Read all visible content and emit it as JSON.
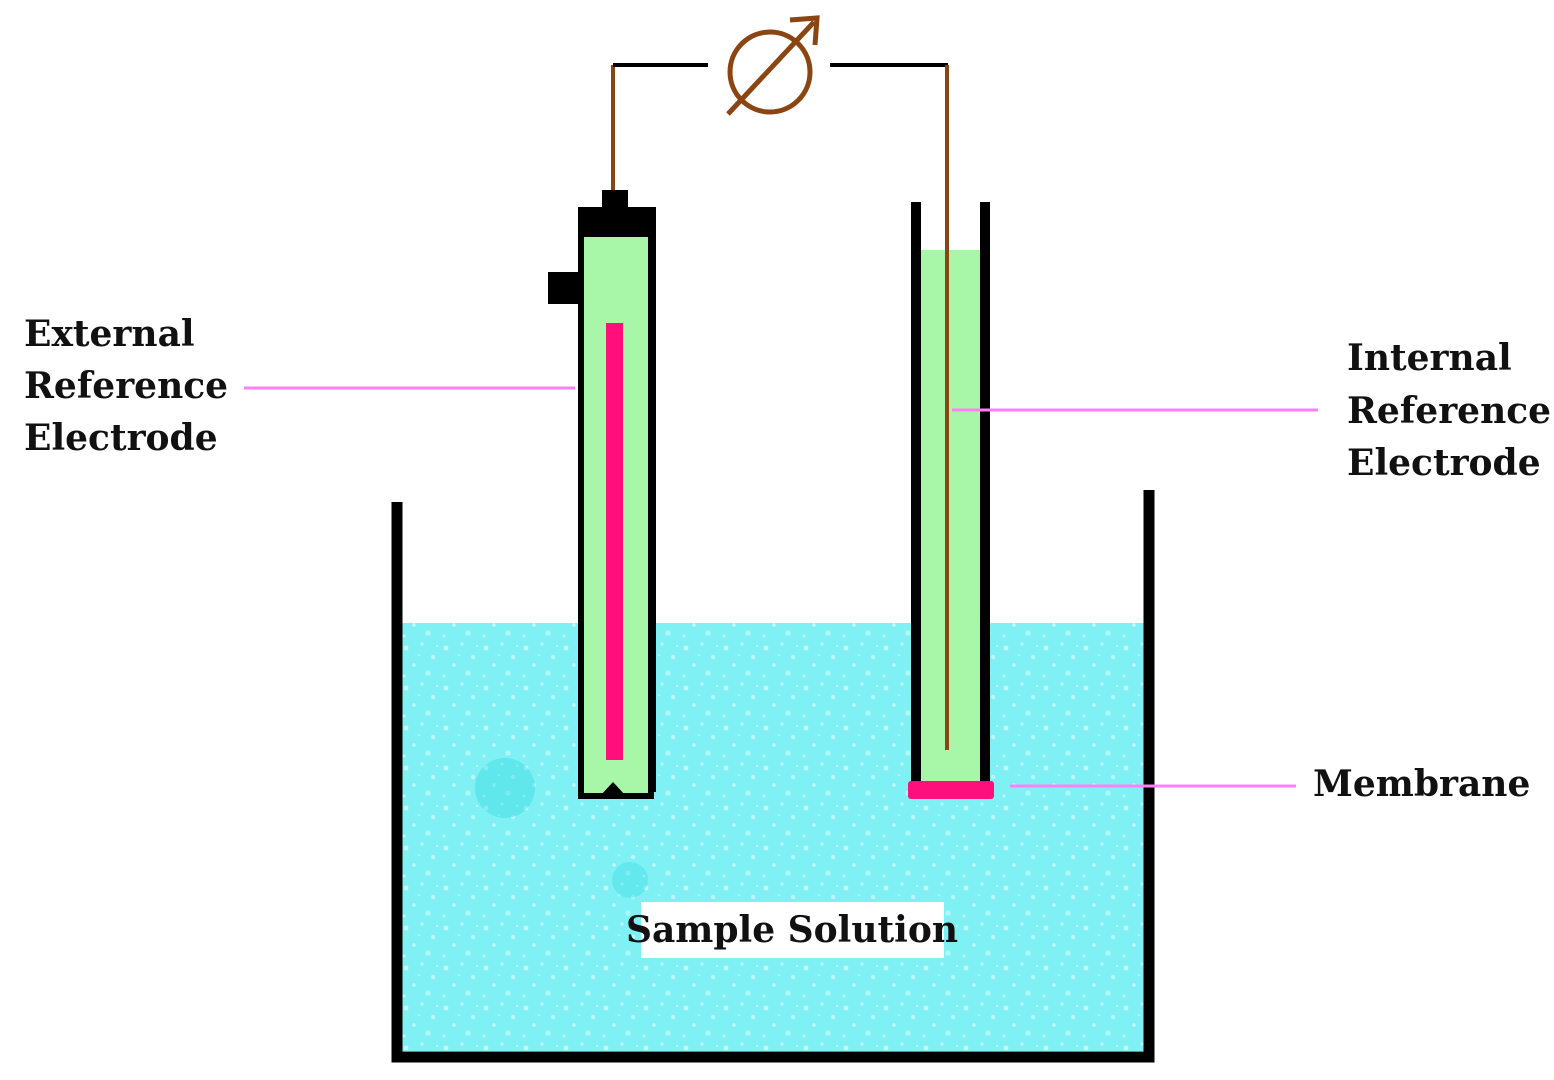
{
  "labels": {
    "external_reference_electrode": [
      "External",
      "Reference",
      "Electrode"
    ],
    "internal_reference_electrode": [
      "Internal",
      "Reference",
      "Electrode"
    ],
    "membrane": "Membrane",
    "sample_solution": "Sample Solution"
  },
  "colors": {
    "solution": "#7ff1f4",
    "electrode_fill": "#a8f7a8",
    "inner_element": "#ff0f7c",
    "leader_line": "#ff7ff5",
    "wire": "#8b4513",
    "frame": "#000000"
  },
  "icons": {
    "meter": "voltmeter-icon"
  }
}
